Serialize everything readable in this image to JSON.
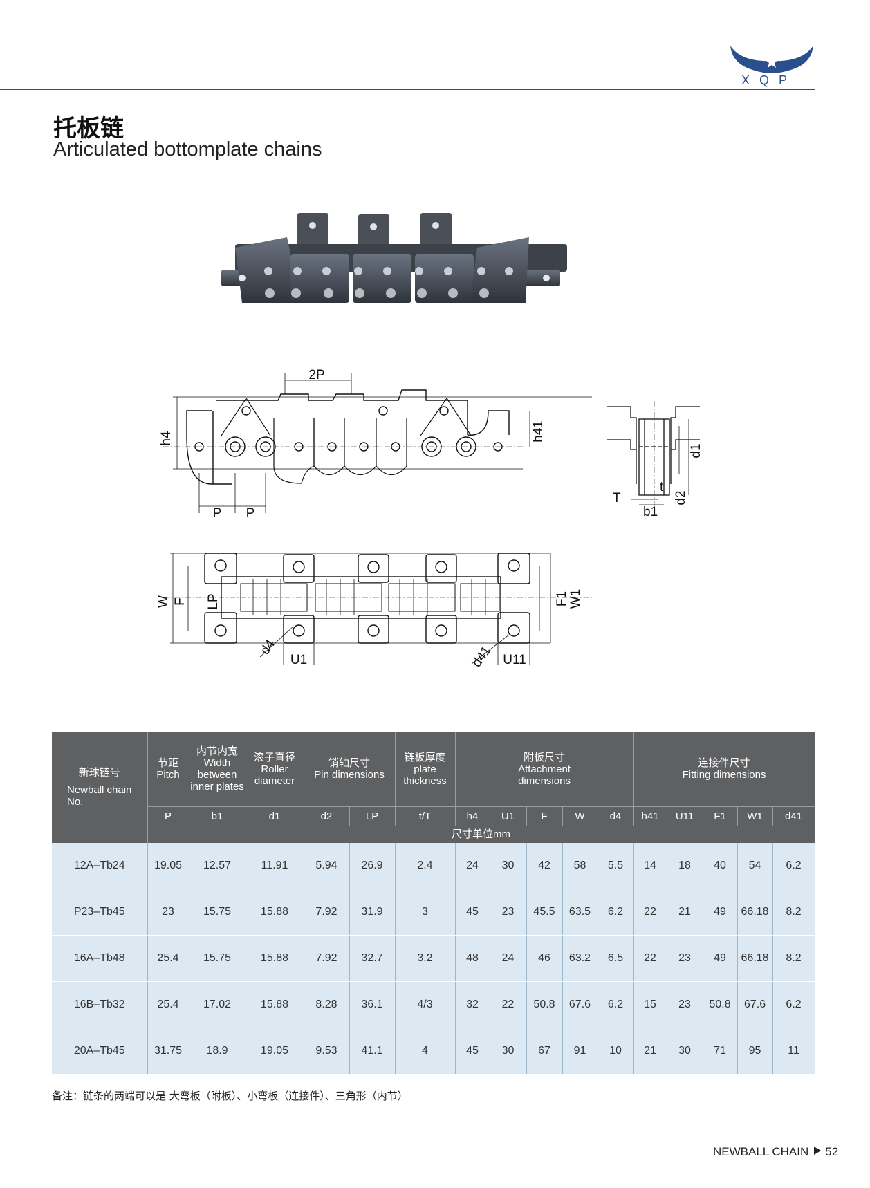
{
  "brand": {
    "logo_text": "XQP"
  },
  "title": {
    "cn": "托板链",
    "en": "Articulated bottomplate chains"
  },
  "drawing_labels": {
    "two_p": "2P",
    "h4": "h4",
    "p": "P",
    "h41": "h41",
    "t_upper": "T",
    "t_lower": "t",
    "b1": "b1",
    "d1": "d1",
    "d2": "d2",
    "w": "W",
    "f": "F",
    "lp": "LP",
    "f1": "F1",
    "w1": "W1",
    "d4": "d4",
    "u1": "U1",
    "d41": "d41",
    "u11": "U11"
  },
  "table": {
    "header_groups": [
      {
        "cn": "新球链号",
        "en": "Newball chain No."
      },
      {
        "cn": "节距",
        "en": "Pitch"
      },
      {
        "cn": "内节内宽",
        "en": "Width between inner plates"
      },
      {
        "cn": "滚子直径",
        "en": "Roller diameter"
      },
      {
        "cn": "销轴尺寸",
        "en": "Pin dimensions"
      },
      {
        "cn": "链板厚度",
        "en": "plate thickness"
      },
      {
        "cn": "附板尺寸",
        "en": "Attachment dimensions"
      },
      {
        "cn": "连接件尺寸",
        "en": "Fitting dimensions"
      }
    ],
    "symbols": [
      "P",
      "b1",
      "d1",
      "d2",
      "LP",
      "t/T",
      "h4",
      "U1",
      "F",
      "W",
      "d4",
      "h41",
      "U11",
      "F1",
      "W1",
      "d41"
    ],
    "unit_note": "尺寸单位mm",
    "rows": [
      {
        "model": "12A–Tb24",
        "values": [
          "19.05",
          "12.57",
          "11.91",
          "5.94",
          "26.9",
          "2.4",
          "24",
          "30",
          "42",
          "58",
          "5.5",
          "14",
          "18",
          "40",
          "54",
          "6.2"
        ]
      },
      {
        "model": "P23–Tb45",
        "values": [
          "23",
          "15.75",
          "15.88",
          "7.92",
          "31.9",
          "3",
          "45",
          "23",
          "45.5",
          "63.5",
          "6.2",
          "22",
          "21",
          "49",
          "66.18",
          "8.2"
        ]
      },
      {
        "model": "16A–Tb48",
        "values": [
          "25.4",
          "15.75",
          "15.88",
          "7.92",
          "32.7",
          "3.2",
          "48",
          "24",
          "46",
          "63.2",
          "6.5",
          "22",
          "23",
          "49",
          "66.18",
          "8.2"
        ]
      },
      {
        "model": "16B–Tb32",
        "values": [
          "25.4",
          "17.02",
          "15.88",
          "8.28",
          "36.1",
          "4/3",
          "32",
          "22",
          "50.8",
          "67.6",
          "6.2",
          "15",
          "23",
          "50.8",
          "67.6",
          "6.2"
        ]
      },
      {
        "model": "20A–Tb45",
        "values": [
          "31.75",
          "18.9",
          "19.05",
          "9.53",
          "41.1",
          "4",
          "45",
          "30",
          "67",
          "91",
          "10",
          "21",
          "30",
          "71",
          "95",
          "11"
        ]
      }
    ]
  },
  "note": "备注：链条的两端可以是 大弯板（附板）、小弯板（连接件）、三角形（内节）",
  "footer": {
    "brand": "NEWBALL CHAIN",
    "page": "52"
  }
}
